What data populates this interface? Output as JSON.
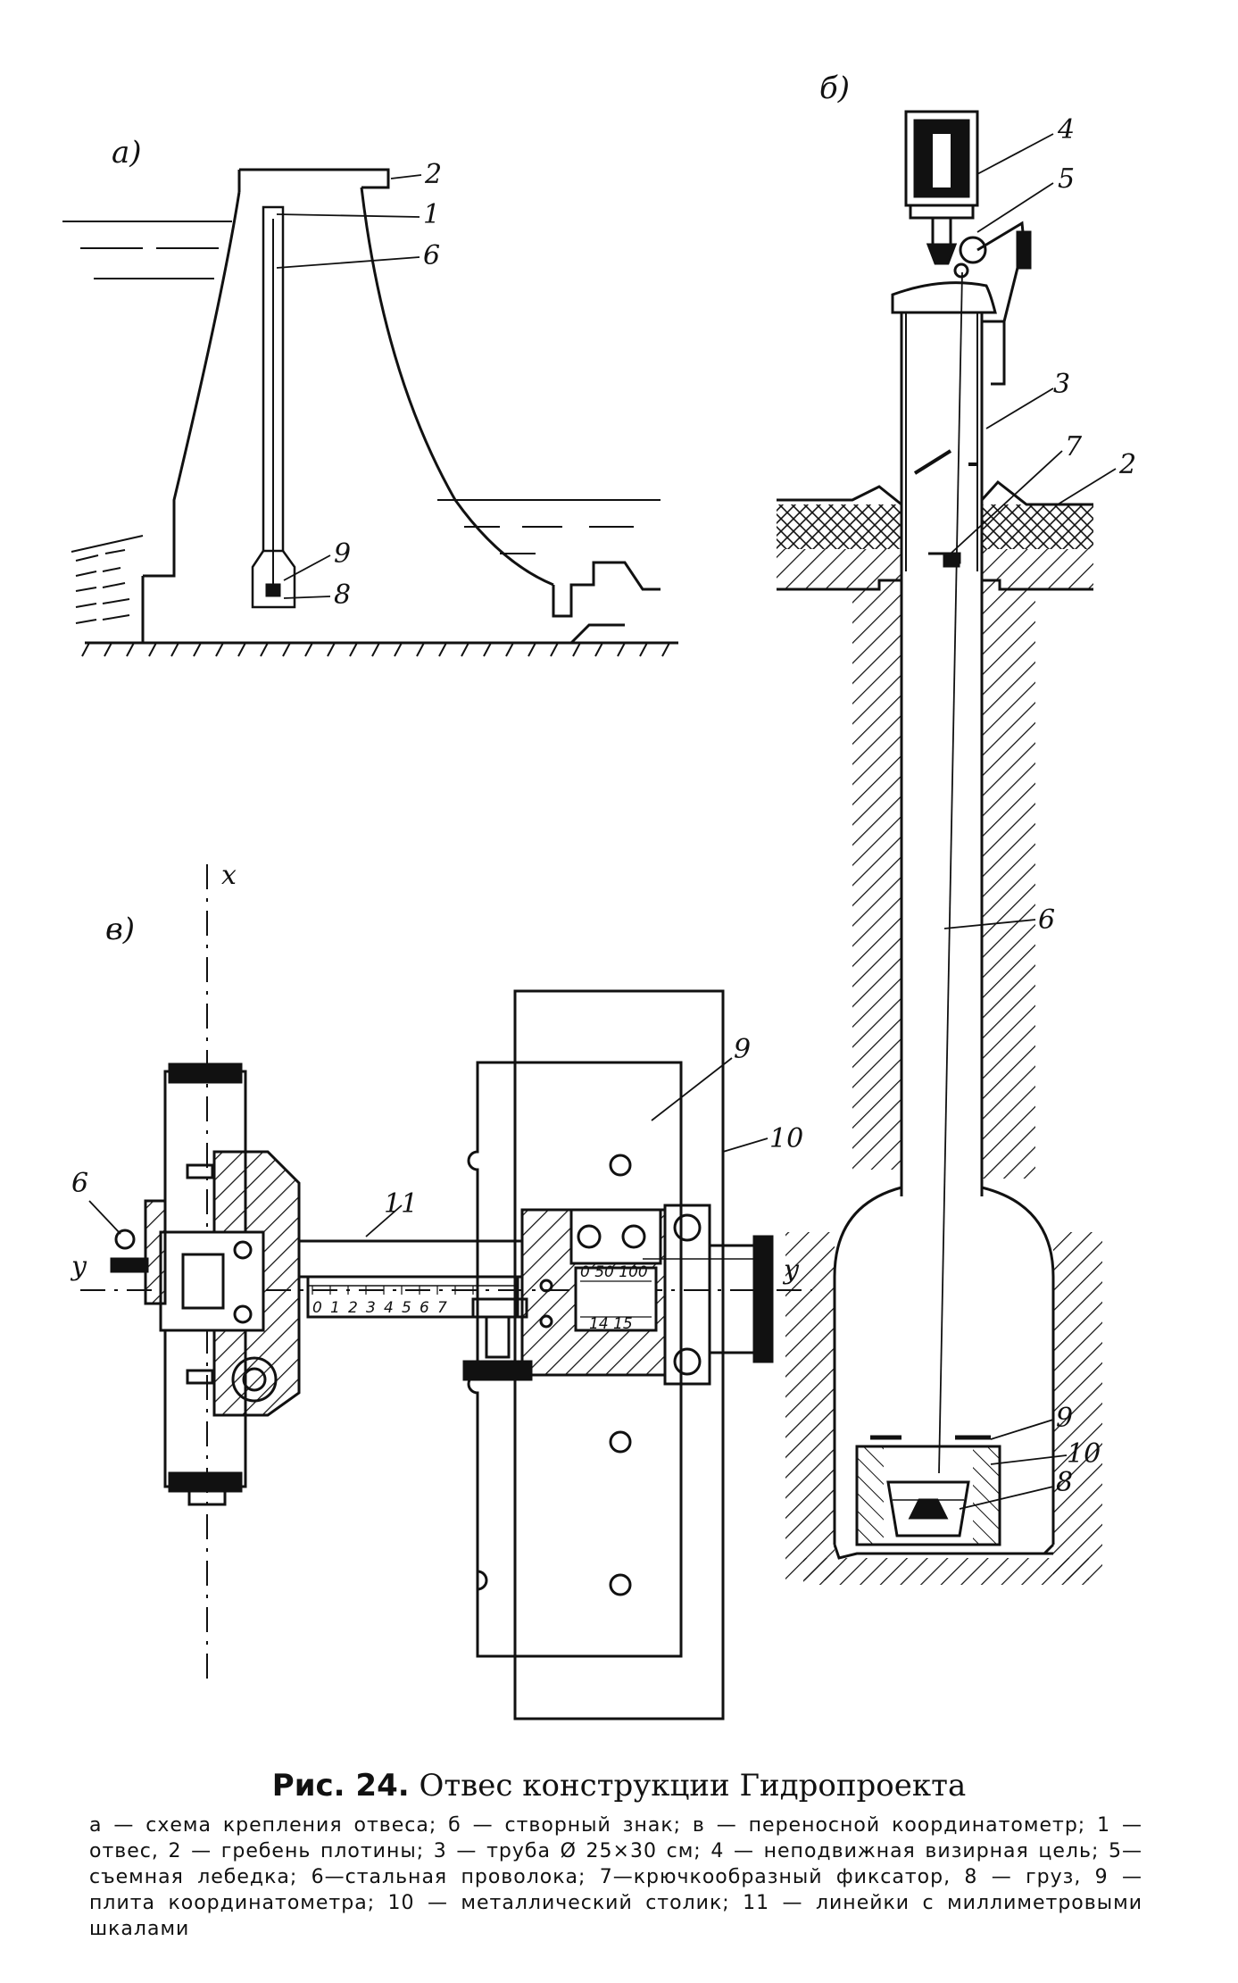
{
  "figure": {
    "panel_a": "а)",
    "panel_b": "б)",
    "panel_v": "в)",
    "labels_a": [
      "2",
      "1",
      "6",
      "9",
      "8"
    ],
    "labels_b": [
      "4",
      "5",
      "3",
      "7",
      "2",
      "6",
      "9",
      "10",
      "8"
    ],
    "labels_v": {
      "axis_x": "x",
      "axis_y_left": "y",
      "axis_y_right": "y",
      "n9": "9",
      "n10": "10",
      "n11": "11",
      "n6": "6",
      "scale_main": [
        "0",
        "1",
        "2",
        "3",
        "4",
        "5",
        "6",
        "7"
      ],
      "scale_top": "0 50 100",
      "scale_bottom": "14 15"
    }
  },
  "caption": {
    "number": "Рис. 24.",
    "title": "Отвес конструкции Гидропроекта",
    "text": "а — схема крепления отвеса; б — створный знак; в — переносной координатометр; 1 — отвес, 2 — гребень плотины; 3 — труба Ø 25×30 см; 4 — неподвижная визирная цель; 5—съемная лебедка; 6—стальная проволока; 7—крючкообразный фиксатор, 8 — груз, 9 — плита координатометра; 10 — металлический столик; 11 — линейки с миллиметровыми шкалами"
  }
}
